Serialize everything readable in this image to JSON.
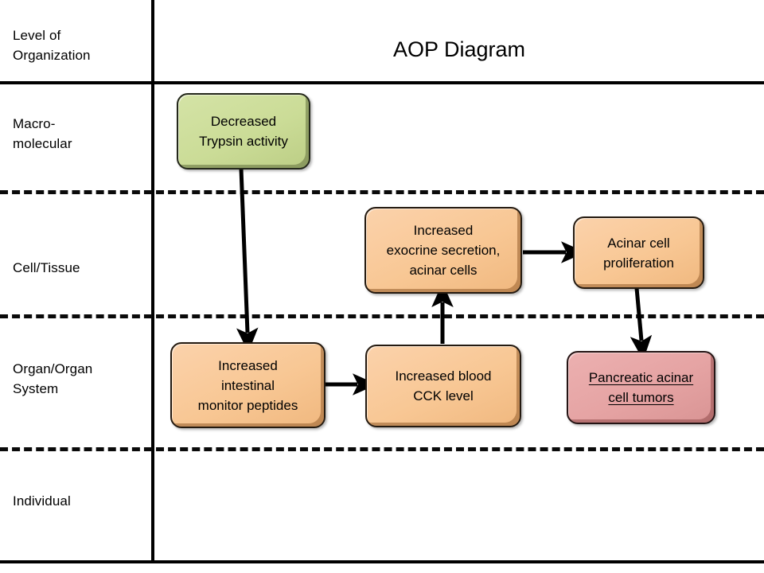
{
  "title": "AOP Diagram",
  "axis": {
    "header_label": "Level of\nOrganization",
    "rows": [
      {
        "label": "Macro-\nmolecular"
      },
      {
        "label": "Cell/Tissue"
      },
      {
        "label": "Organ/Organ\nSystem"
      },
      {
        "label": "Individual"
      }
    ]
  },
  "nodes": [
    {
      "id": "decreased-trypsin-activity",
      "label": "Decreased\nTrypsin activity",
      "row": "Macro-molecular",
      "color": "#cbdc97",
      "kind": "molecular-initiating-event"
    },
    {
      "id": "increased-exocrine-secretion",
      "label": "Increased\nexocrine secretion,\nacinar cells",
      "row": "Cell/Tissue",
      "color": "#f8c794",
      "kind": "key-event"
    },
    {
      "id": "acinar-cell-proliferation",
      "label": "Acinar cell\nproliferation",
      "row": "Cell/Tissue",
      "color": "#f8c794",
      "kind": "key-event"
    },
    {
      "id": "increased-intestinal-monitor-peptides",
      "label": "Increased\nintestinal\nmonitor peptides",
      "row": "Organ/Organ System",
      "color": "#f8c794",
      "kind": "key-event"
    },
    {
      "id": "increased-blood-cck-level",
      "label": "Increased blood\nCCK level",
      "row": "Organ/Organ System",
      "color": "#f8c794",
      "kind": "key-event"
    },
    {
      "id": "pancreatic-acinar-cell-tumors",
      "label": "Pancreatic acinar\ncell tumors",
      "row": "Organ/Organ System",
      "color": "#e5a3a3",
      "kind": "adverse-outcome",
      "underline": true
    }
  ],
  "edges": [
    {
      "from": "decreased-trypsin-activity",
      "to": "increased-intestinal-monitor-peptides"
    },
    {
      "from": "increased-intestinal-monitor-peptides",
      "to": "increased-blood-cck-level"
    },
    {
      "from": "increased-blood-cck-level",
      "to": "increased-exocrine-secretion"
    },
    {
      "from": "increased-exocrine-secretion",
      "to": "acinar-cell-proliferation"
    },
    {
      "from": "acinar-cell-proliferation",
      "to": "pancreatic-acinar-cell-tumors"
    }
  ]
}
